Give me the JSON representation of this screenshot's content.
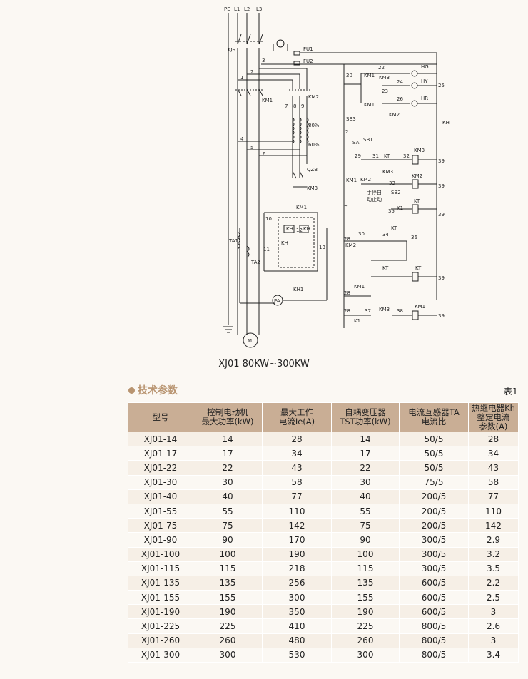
{
  "diagram": {
    "labels": {
      "pe": "PE",
      "l1": "L1",
      "l2": "L2",
      "l3": "L3",
      "qs": "QS",
      "fu1": "FU1",
      "fu2": "FU2",
      "n1": "1",
      "n2": "2",
      "n3": "3",
      "n4": "4",
      "n5": "5",
      "n6": "6",
      "n7": "7",
      "n8": "8",
      "n9": "9",
      "n10": "10",
      "n11": "11",
      "n12": "12",
      "n13": "13",
      "km1": "KM1",
      "km2": "KM2",
      "km3": "KM3",
      "p80": "80%",
      "p60": "60%",
      "qzb": "QZB",
      "ta1": "TA1",
      "ta2": "TA2",
      "kh": "KH",
      "kh1": "KH1",
      "pa": "PA",
      "motor": "M",
      "n20": "20",
      "n22": "22",
      "n23": "23",
      "n24": "24",
      "n25": "25",
      "n26": "26",
      "hg": "HG",
      "hy": "HY",
      "hr": "HR",
      "sb3": "SB3",
      "sa": "SA",
      "sb1": "SB1",
      "sb2": "SB2",
      "n29": "29",
      "n31": "31",
      "n32": "32",
      "n33": "33",
      "n34": "34",
      "n35": "35",
      "n36": "36",
      "n37": "37",
      "n38": "38",
      "n39": "39",
      "n28": "28",
      "n30": "30",
      "kt": "KT",
      "k1": "K1",
      "manual1": "手停自",
      "manual2": "动止动",
      "tilde": "~"
    },
    "caption": "XJ01 80KW~300KW"
  },
  "section": {
    "title": "技术参数",
    "table_label": "表1"
  },
  "table": {
    "headers": [
      "型号",
      "控制电动机\n最大功率(kW)",
      "最大工作\n电流Ie(A)",
      "自耦变压器\nTST功率(kW)",
      "电流互感器TA\n电流比",
      "热继电器Kh\n整定电流\n参数(A)"
    ],
    "rows": [
      [
        "XJ01-14",
        "14",
        "28",
        "14",
        "50/5",
        "28"
      ],
      [
        "XJ01-17",
        "17",
        "34",
        "17",
        "50/5",
        "34"
      ],
      [
        "XJ01-22",
        "22",
        "43",
        "22",
        "50/5",
        "43"
      ],
      [
        "XJ01-30",
        "30",
        "58",
        "30",
        "75/5",
        "58"
      ],
      [
        "XJ01-40",
        "40",
        "77",
        "40",
        "200/5",
        "77"
      ],
      [
        "XJ01-55",
        "55",
        "110",
        "55",
        "200/5",
        "110"
      ],
      [
        "XJ01-75",
        "75",
        "142",
        "75",
        "200/5",
        "142"
      ],
      [
        "XJ01-90",
        "90",
        "170",
        "90",
        "300/5",
        "2.9"
      ],
      [
        "XJ01-100",
        "100",
        "190",
        "100",
        "300/5",
        "3.2"
      ],
      [
        "XJ01-115",
        "115",
        "218",
        "115",
        "300/5",
        "3.5"
      ],
      [
        "XJ01-135",
        "135",
        "256",
        "135",
        "600/5",
        "2.2"
      ],
      [
        "XJ01-155",
        "155",
        "300",
        "155",
        "600/5",
        "2.5"
      ],
      [
        "XJ01-190",
        "190",
        "350",
        "190",
        "600/5",
        "3"
      ],
      [
        "XJ01-225",
        "225",
        "410",
        "225",
        "800/5",
        "2.6"
      ],
      [
        "XJ01-260",
        "260",
        "480",
        "260",
        "800/5",
        "3"
      ],
      [
        "XJ01-300",
        "300",
        "530",
        "300",
        "800/5",
        "3.4"
      ]
    ]
  },
  "colors": {
    "accent": "#b89470",
    "header_bg": "#c9ae95",
    "row_alt": "#f6efe6",
    "background": "#fbf8f3"
  }
}
